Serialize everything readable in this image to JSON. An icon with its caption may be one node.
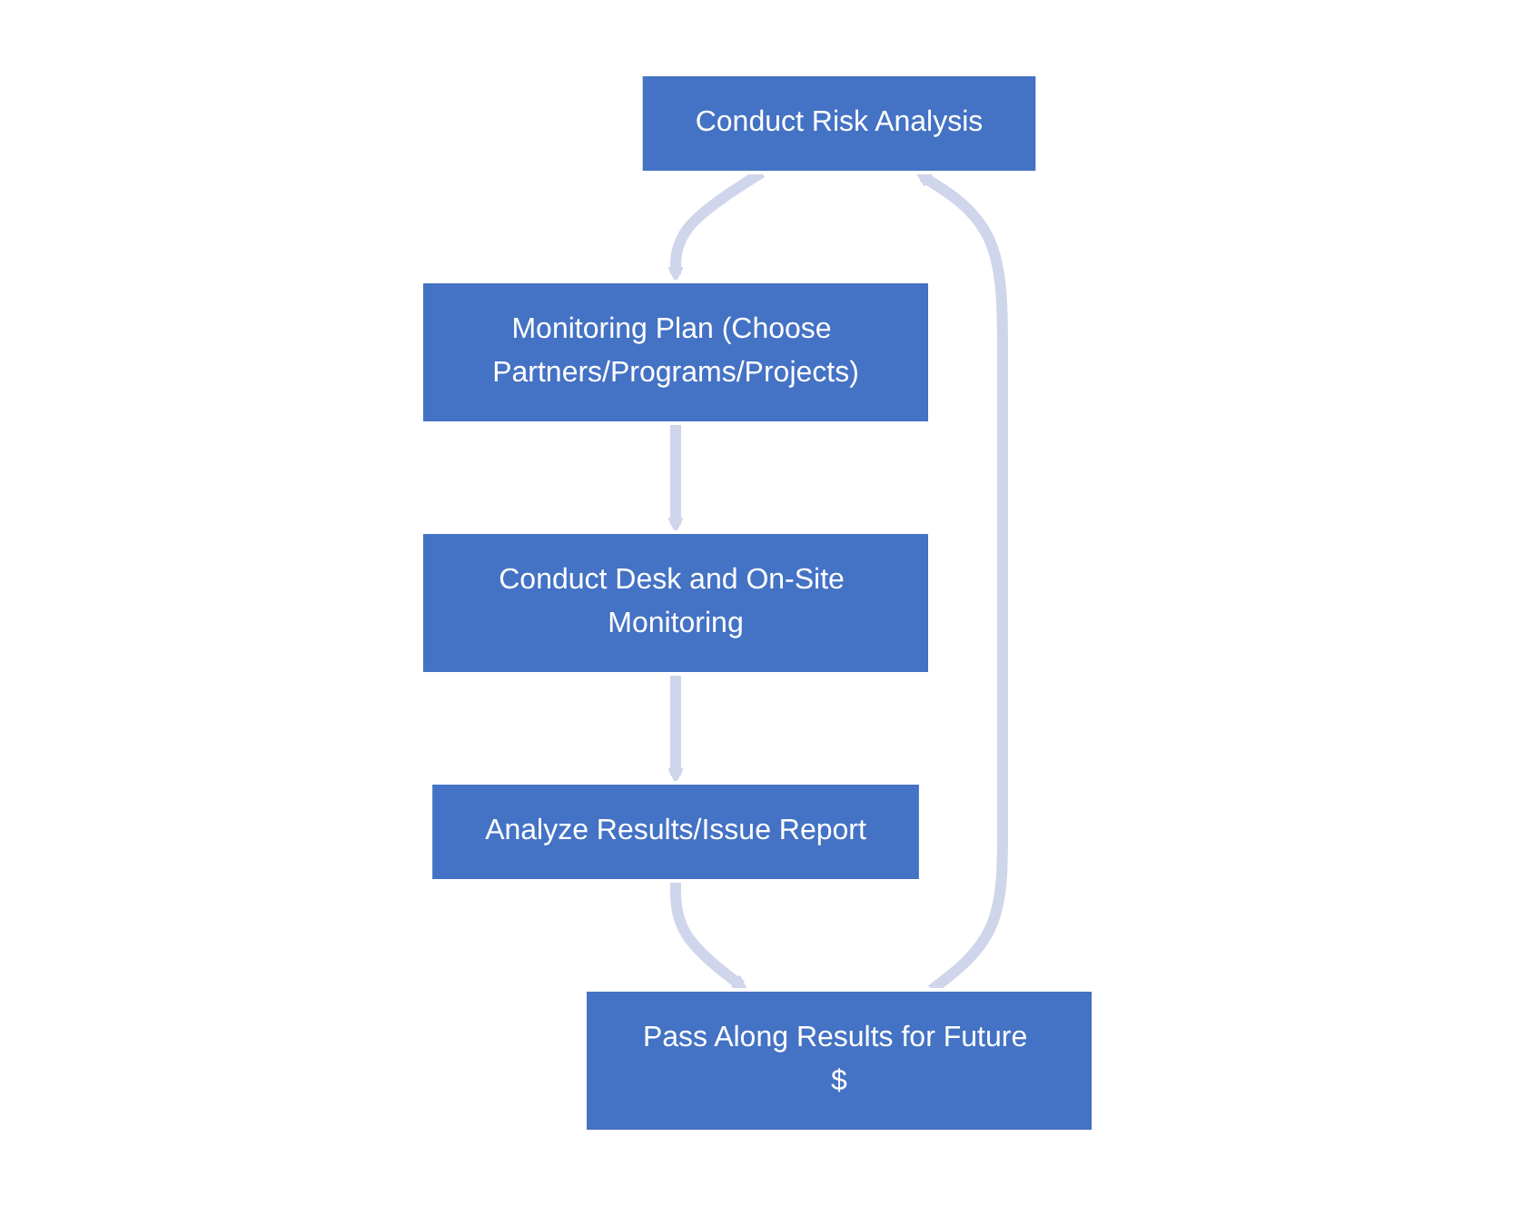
{
  "diagram": {
    "nodes": [
      {
        "text": [
          "Conduct Risk Analysis"
        ]
      },
      {
        "text": [
          "Monitoring Plan (Choose Partners/Programs/Projects)"
        ]
      },
      {
        "text": [
          "Conduct Desk and On-Site Monitoring"
        ]
      },
      {
        "text": [
          "Analyze Results/Issue Report"
        ]
      },
      {
        "text": [
          "Pass Along Results for Future $"
        ]
      }
    ],
    "edges": [
      {
        "from": 0,
        "to": 1,
        "arrow": "to"
      },
      {
        "from": 1,
        "to": 2,
        "arrow": "to"
      },
      {
        "from": 2,
        "to": 3,
        "arrow": "to"
      },
      {
        "from": 3,
        "to": 4,
        "arrow": "to"
      },
      {
        "from": 4,
        "to": 0,
        "arrow": "to"
      }
    ]
  }
}
